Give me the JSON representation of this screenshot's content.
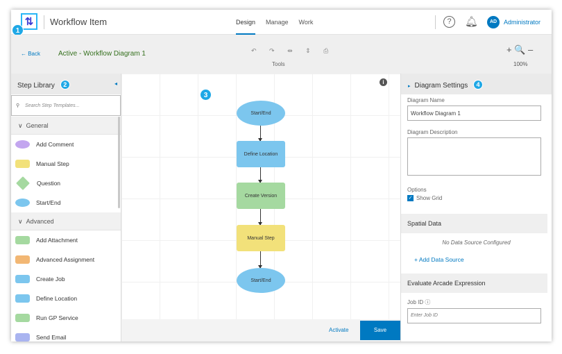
{
  "header": {
    "app_title": "Workflow Item",
    "nav": [
      "Design",
      "Manage",
      "Work"
    ],
    "active_nav": "Design",
    "avatar_initials": "AD",
    "user": "Administrator",
    "help_symbol": "?"
  },
  "toolbar": {
    "back": "← Back",
    "diagram_title": "Active - Workflow Diagram 1",
    "tools_icons": "↶ ↷ ⇹ ⇕ ⎙",
    "tools_label": "Tools",
    "zoom_icons": "+ 🔍 –",
    "zoom_level": "100%"
  },
  "badges": [
    "1",
    "2",
    "3",
    "4"
  ],
  "step_library": {
    "title": "Step Library",
    "search_placeholder": "Search Step Templates...",
    "groups": [
      {
        "label": "General",
        "items": [
          {
            "label": "Add Comment",
            "color": "#c3a6ef",
            "shape": "ellipse"
          },
          {
            "label": "Manual Step",
            "color": "#f2e17a",
            "shape": "rect"
          },
          {
            "label": "Question",
            "color": "#a5d9a0",
            "shape": "diamond"
          },
          {
            "label": "Start/End",
            "color": "#7cc6ee",
            "shape": "ellipse"
          }
        ]
      },
      {
        "label": "Advanced",
        "items": [
          {
            "label": "Add Attachment",
            "color": "#a5d9a0",
            "shape": "rect"
          },
          {
            "label": "Advanced Assignment",
            "color": "#f2b774",
            "shape": "rect"
          },
          {
            "label": "Create Job",
            "color": "#7cc6ee",
            "shape": "rect"
          },
          {
            "label": "Define Location",
            "color": "#7cc6ee",
            "shape": "rect"
          },
          {
            "label": "Run GP Service",
            "color": "#a5d9a0",
            "shape": "rect"
          },
          {
            "label": "Send Email",
            "color": "#a9b4f0",
            "shape": "rect"
          }
        ]
      }
    ]
  },
  "diagram": {
    "nodes": [
      {
        "label": "Start/End",
        "color": "#7cc6ee",
        "shape": "ellipse"
      },
      {
        "label": "Define Location",
        "color": "#7cc6ee",
        "shape": "rect"
      },
      {
        "label": "Create Version",
        "color": "#a5d9a0",
        "shape": "rect"
      },
      {
        "label": "Manual Step",
        "color": "#f2e17a",
        "shape": "rect"
      },
      {
        "label": "Start/End",
        "color": "#7cc6ee",
        "shape": "ellipse"
      }
    ],
    "info": "i",
    "activate": "Activate",
    "save": "Save"
  },
  "settings": {
    "title": "Diagram Settings",
    "name_label": "Diagram Name",
    "name_value": "Workflow Diagram 1",
    "desc_label": "Diagram Description",
    "options_label": "Options",
    "show_grid": "Show Grid",
    "show_grid_checked": true,
    "spatial_title": "Spatial Data",
    "no_source": "No Data Source Configured",
    "add_source": "+  Add Data Source",
    "arcade_title": "Evaluate Arcade Expression",
    "job_id_label": "Job ID ⓘ",
    "job_id_placeholder": "Enter Job ID"
  }
}
